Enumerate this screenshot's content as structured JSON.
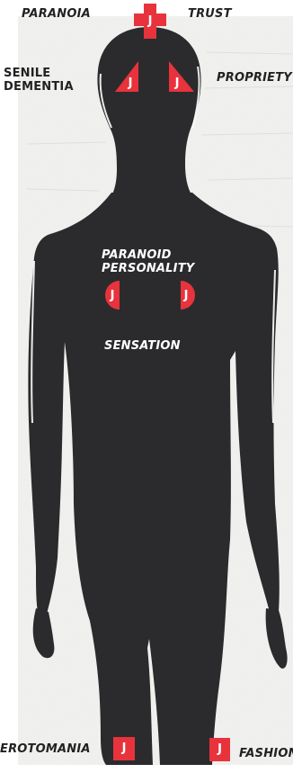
{
  "labels": {
    "paranoia": "PARANOIA",
    "trust": "TRUST",
    "senile_dementia": "SENILE\nDEMENTIA",
    "propriety": "PROPRIETY",
    "paranoid_personality": "PARANOID\nPERSONALITY",
    "sensation": "SENSATION",
    "erotomania": "EROTOMANIA",
    "fashion": "FASHION"
  },
  "markers": {
    "letter": "J",
    "head": "J",
    "temple_left": "J",
    "temple_right": "J",
    "chest_left": "J",
    "chest_right": "J",
    "knee_left": "J",
    "knee_right": "J"
  },
  "colors": {
    "background": "#ffffff",
    "paper": "#f1f1ef",
    "silhouette": "#2b2b2d",
    "marker": "#e8333c",
    "label_dark": "#222222",
    "label_light": "#ffffff"
  }
}
